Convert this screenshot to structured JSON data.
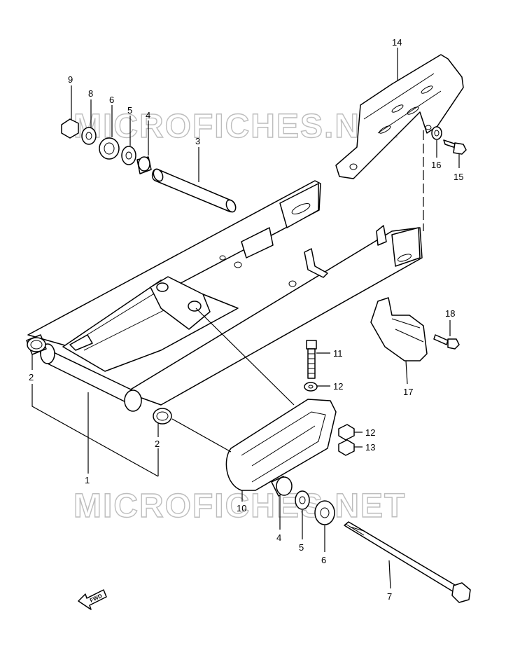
{
  "watermark": {
    "text": "MICROFICHES.NET"
  },
  "fwd_label": "FWD",
  "callouts": {
    "c1": "1",
    "c2a": "2",
    "c2b": "2",
    "c3": "3",
    "c4a": "4",
    "c4b": "4",
    "c5a": "5",
    "c5b": "5",
    "c6a": "6",
    "c6b": "6",
    "c7": "7",
    "c8": "8",
    "c9": "9",
    "c10": "10",
    "c11": "11",
    "c12a": "12",
    "c12b": "12",
    "c13": "13",
    "c14": "14",
    "c15": "15",
    "c16": "16",
    "c17": "17",
    "c18": "18"
  }
}
